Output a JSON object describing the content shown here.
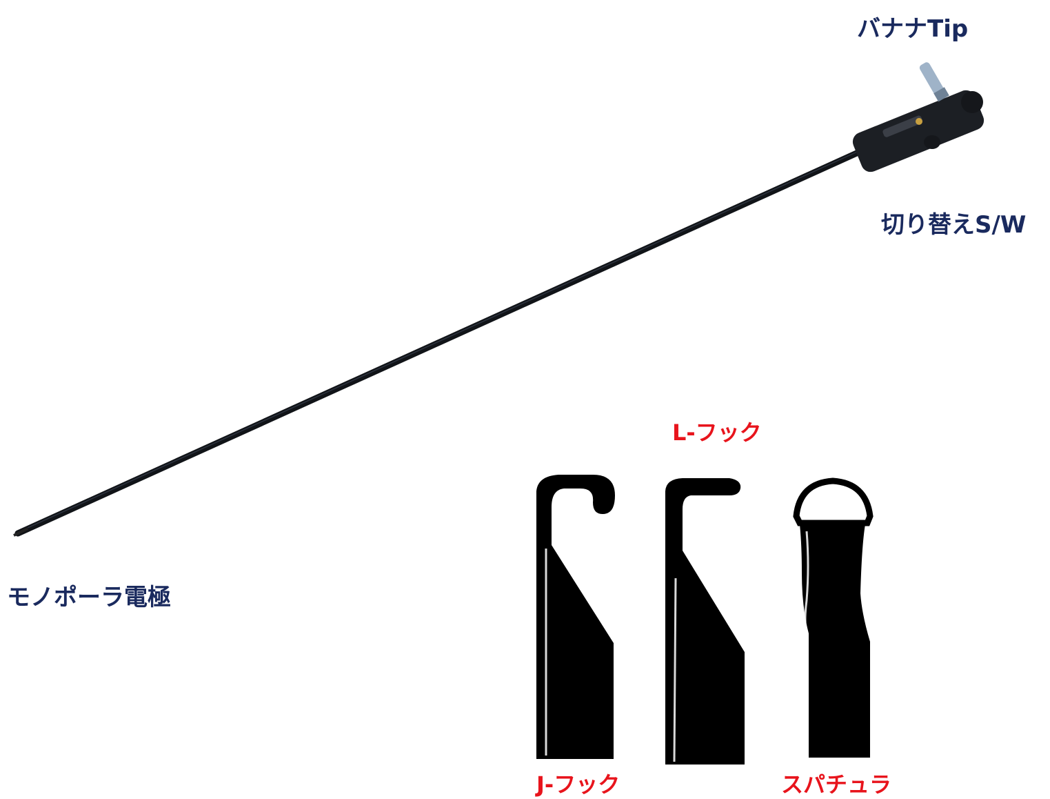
{
  "labels": {
    "banana_tip": "バナナTip",
    "switch": "切り替えS/W",
    "monopolar": "モノポーラ電極",
    "l_hook": "L-フック",
    "j_hook": "J-フック",
    "spatula": "スパチュラ"
  },
  "colors": {
    "navy_label": "#1a2a5e",
    "red_label": "#e8141c",
    "instrument": "#111418",
    "tip_silhouette": "#000000"
  }
}
